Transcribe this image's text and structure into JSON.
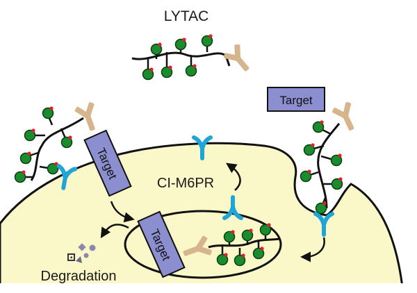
{
  "labels": {
    "lytac": "LYTAC",
    "receptor": "CI-M6PR",
    "degradation": "Degradation",
    "target": "Target"
  },
  "colors": {
    "cell_fill": "#faf7c9",
    "membrane": "#111111",
    "antibody": "#d6b58c",
    "receptor": "#1fa5d6",
    "target_box": "#8c8fcf",
    "sugar_green": "#1a8c2e",
    "sugar_red": "#e0202a",
    "fragment": "#8a8aa8"
  },
  "icons": [
    "antibody-icon",
    "receptor-icon",
    "sugar-bead-icon",
    "degradation-fragments-icon"
  ]
}
